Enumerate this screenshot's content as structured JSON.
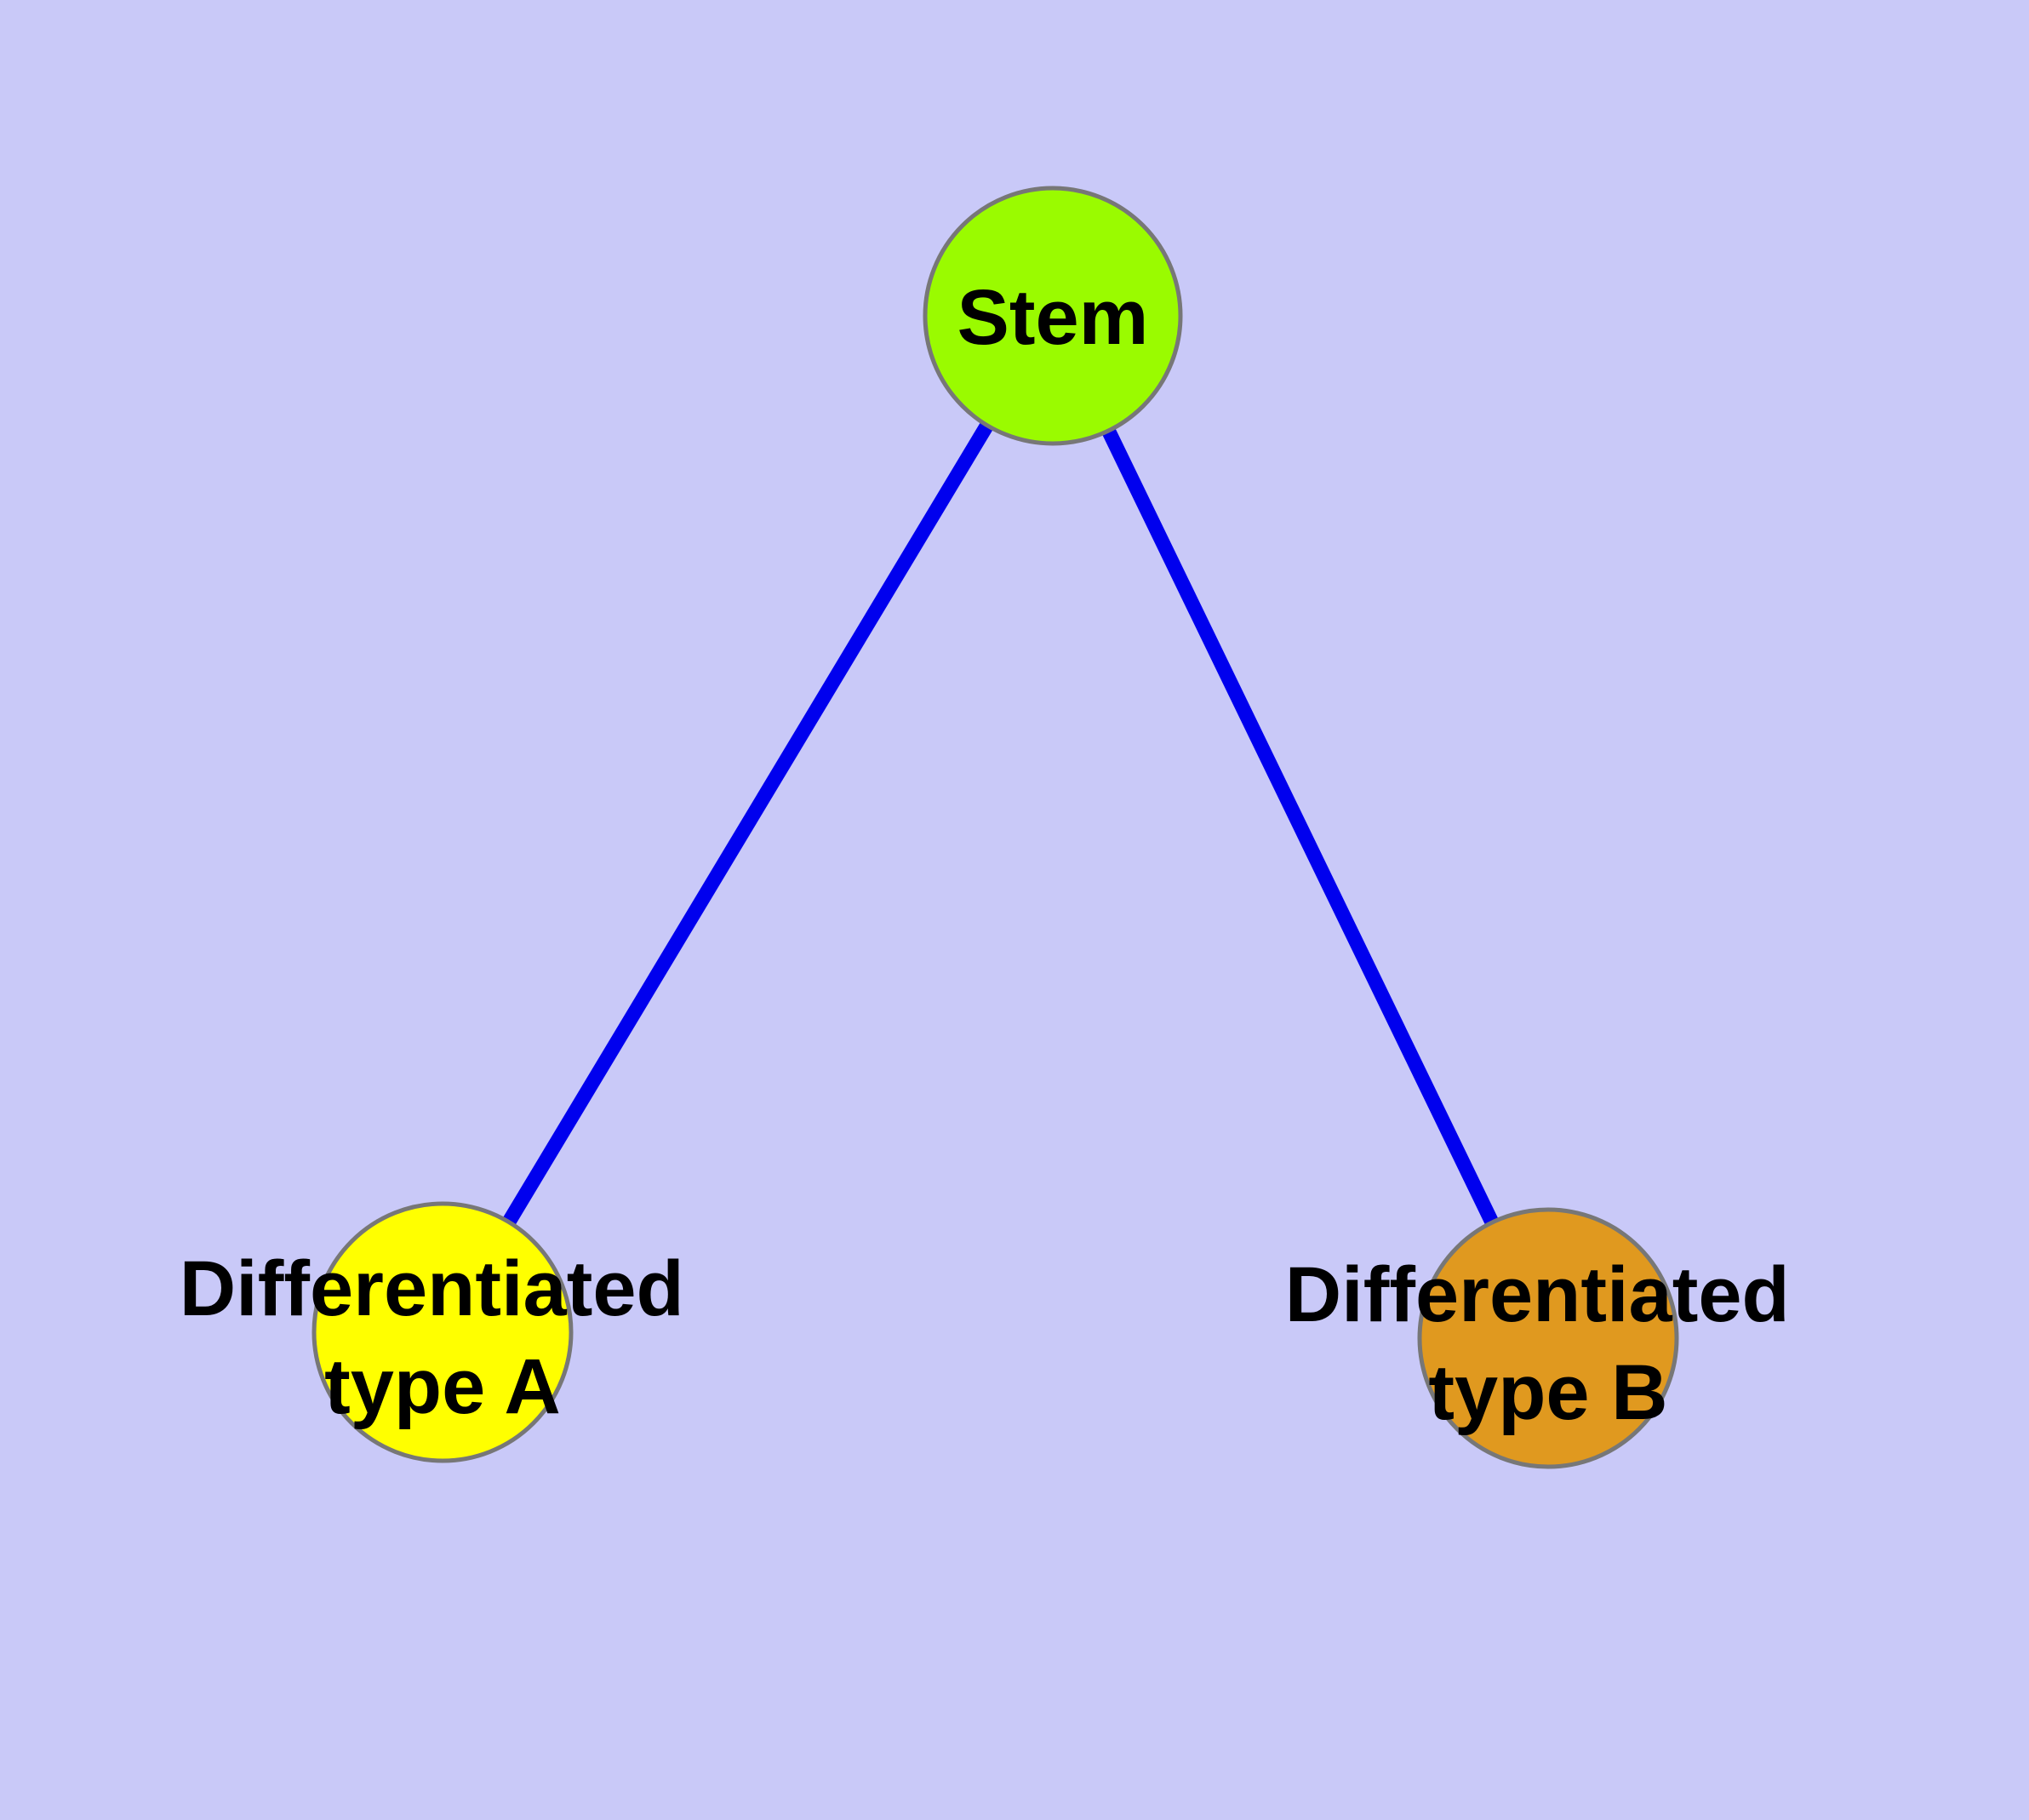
{
  "diagram": {
    "type": "graph",
    "background_color": "#c9c9f8",
    "edge_color": "#0000ee",
    "node_border_color": "#777777",
    "label_color": "#000000",
    "nodes": {
      "stem": {
        "label": "Stem",
        "fill_color": "#9afb00"
      },
      "type_a": {
        "label": "Differentiated type A",
        "label_line1": "Differentiated",
        "label_line2": "type A",
        "fill_color": "#ffff00"
      },
      "type_b": {
        "label": "Differentiated type B",
        "label_line1": "Differentiated",
        "label_line2": "type B",
        "fill_color": "#e0991f"
      }
    },
    "edges": [
      {
        "from": "Stem",
        "to": "Differentiated type A"
      },
      {
        "from": "Stem",
        "to": "Differentiated type B"
      }
    ]
  }
}
